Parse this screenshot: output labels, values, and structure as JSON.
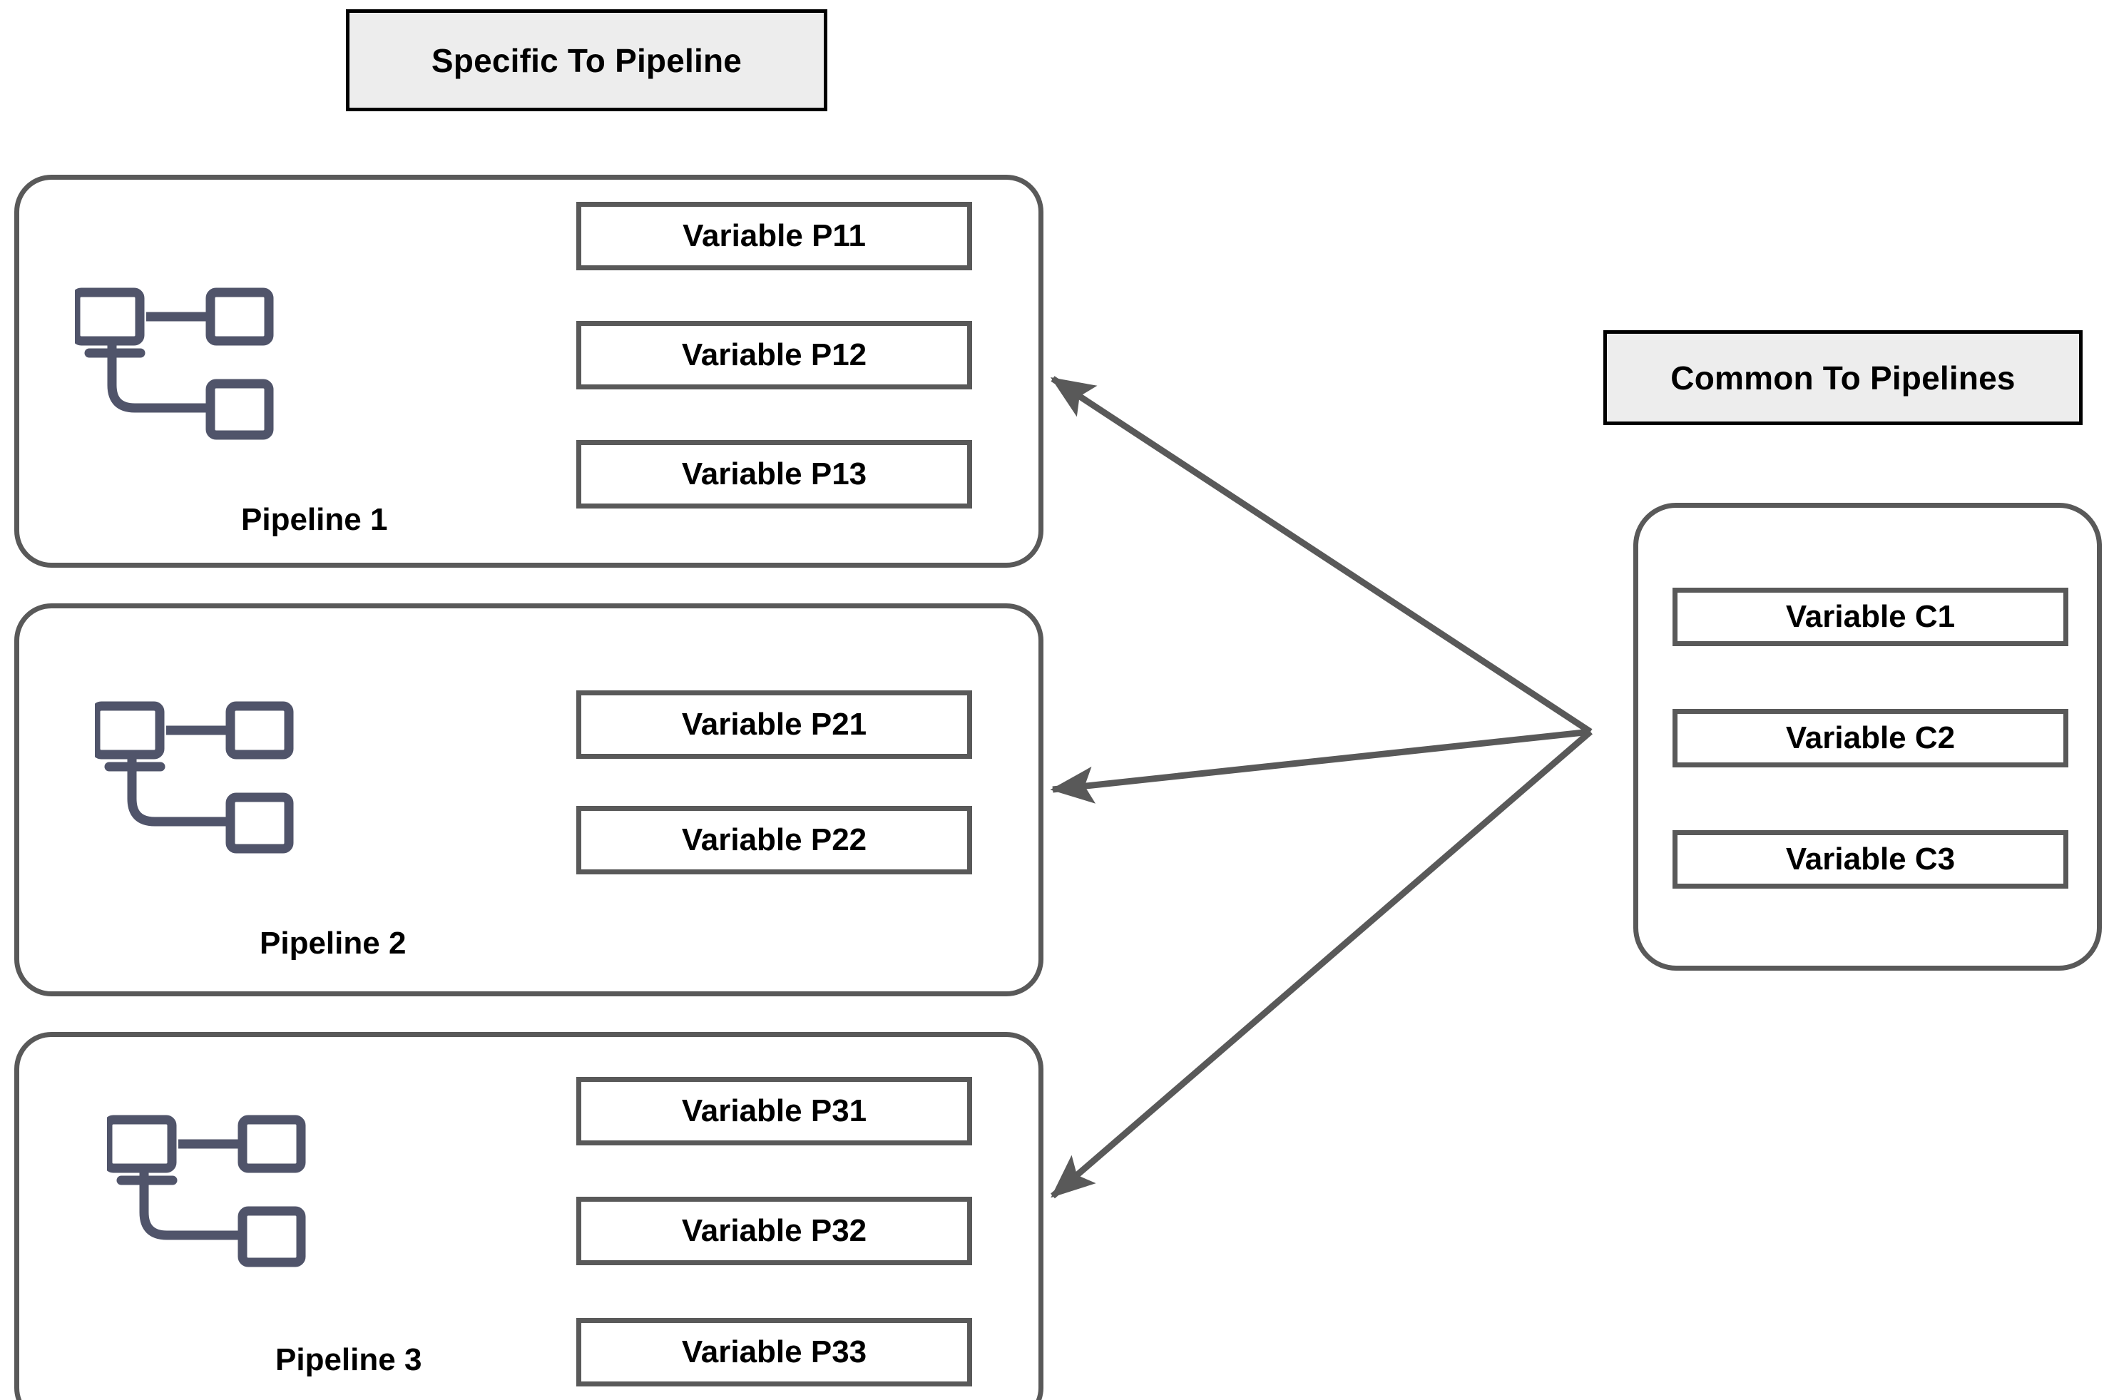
{
  "legend": {
    "specific": {
      "label": "Specific To Pipeline"
    },
    "common": {
      "label": "Common To Pipelines"
    }
  },
  "pipelines": [
    {
      "name": "Pipeline 1",
      "icon": "pipeline-flow-icon",
      "variables": [
        {
          "label": "Variable P11"
        },
        {
          "label": "Variable P12"
        },
        {
          "label": "Variable P13"
        }
      ]
    },
    {
      "name": "Pipeline 2",
      "icon": "pipeline-flow-icon",
      "variables": [
        {
          "label": "Variable P21"
        },
        {
          "label": "Variable P22"
        }
      ]
    },
    {
      "name": "Pipeline 3",
      "icon": "pipeline-flow-icon",
      "variables": [
        {
          "label": "Variable P31"
        },
        {
          "label": "Variable P32"
        },
        {
          "label": "Variable P33"
        }
      ]
    }
  ],
  "common_variables": [
    {
      "label": "Variable C1"
    },
    {
      "label": "Variable C2"
    },
    {
      "label": "Variable C3"
    }
  ],
  "arrows": [
    {
      "name": "arrow-common-to-pipeline-1",
      "from": [
        2230,
        1026
      ],
      "to": [
        1470,
        527
      ]
    },
    {
      "name": "arrow-common-to-pipeline-2",
      "from": [
        2230,
        1026
      ],
      "to": [
        1470,
        1108
      ]
    },
    {
      "name": "arrow-common-to-pipeline-3",
      "from": [
        2230,
        1026
      ],
      "to": [
        1470,
        1682
      ]
    }
  ],
  "colors": {
    "outline_gray": "#595959",
    "icon_navy": "#50546a",
    "legend_fill": "#ededed",
    "legend_border": "#000000",
    "text_black": "#000000",
    "page_background": "#ffffff"
  }
}
